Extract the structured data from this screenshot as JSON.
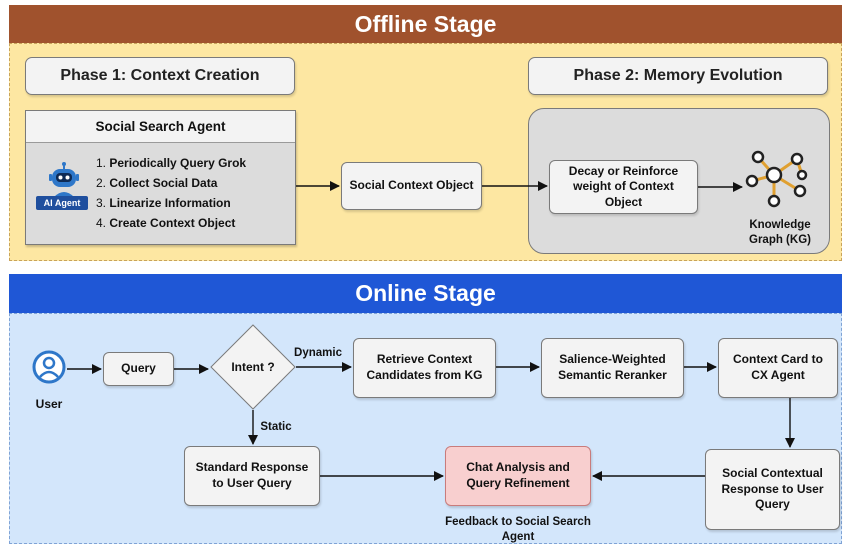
{
  "offline": {
    "title": "Offline Stage",
    "phase1": "Phase 1: Context Creation",
    "phase2": "Phase 2: Memory Evolution",
    "agent_panel": {
      "title": "Social Search Agent",
      "badge": "AI Agent",
      "steps": [
        {
          "num": "1.",
          "text": "Periodically Query Grok"
        },
        {
          "num": "2.",
          "text": "Collect Social Data"
        },
        {
          "num": "3.",
          "text": "Linearize Information"
        },
        {
          "num": "4.",
          "text": "Create Context Object"
        }
      ]
    },
    "social_context_object": "Social Context Object",
    "decay_box": "Decay or Reinforce weight of Context Object",
    "kg_label": "Knowledge Graph (KG)"
  },
  "online": {
    "title": "Online Stage",
    "user_label": "User",
    "query": "Query",
    "intent": "Intent ?",
    "dynamic": "Dynamic",
    "static": "Static",
    "retrieve": "Retrieve Context Candidates from KG",
    "salience": "Salience-Weighted Semantic Reranker",
    "context_card": "Context Card to CX Agent",
    "standard_response": "Standard Response to User Query",
    "chat_analysis": "Chat Analysis and Query Refinement",
    "feedback": "Feedback to Social Search Agent",
    "social_response": "Social Contextual Response to User Query"
  },
  "colors": {
    "offline_header": "#a0522d",
    "offline_bg": "#fde7a2",
    "online_header": "#1f57d6",
    "online_bg": "#d3e6fb",
    "chat_box": "#f8cfcf",
    "kg_node": "#e0a030",
    "icon_blue": "#2e77c9"
  }
}
